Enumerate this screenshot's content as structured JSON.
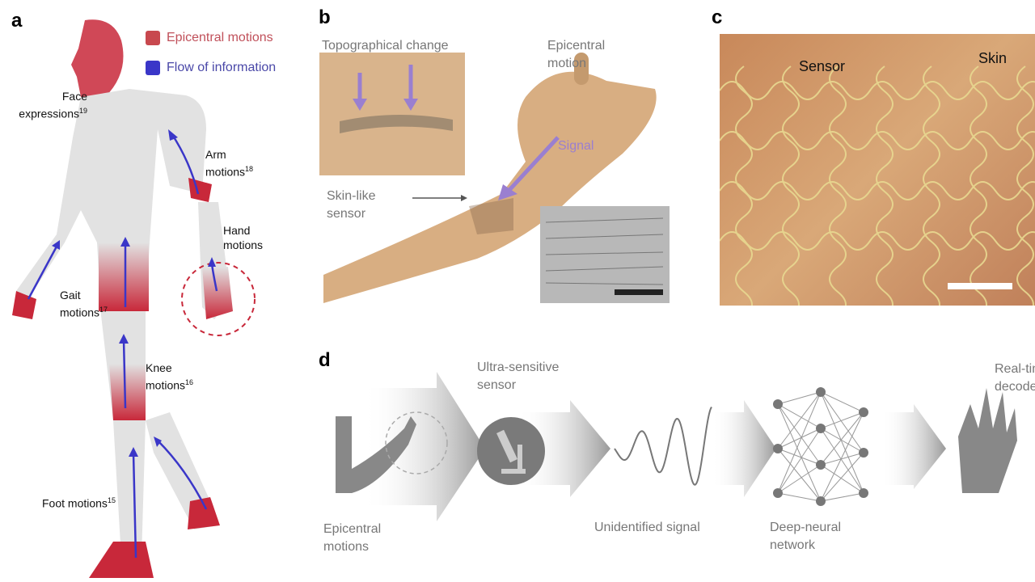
{
  "panels": {
    "a": {
      "letter": "a",
      "legend": [
        {
          "label": "Epicentral motions",
          "color": "#c8283a"
        },
        {
          "label": "Flow of information",
          "color": "#3a36c8"
        }
      ],
      "labels": {
        "face": "Face",
        "face2": "expressions",
        "face_ref": "19",
        "arm": "Arm",
        "arm2": "motions",
        "arm_ref": "18",
        "hand": "Hand",
        "hand2": "motions",
        "gait": "Gait",
        "gait2": "motions",
        "gait_ref": "17",
        "knee": "Knee",
        "knee2": "motions",
        "knee_ref": "16",
        "foot": "Foot motions",
        "foot_ref": "15"
      }
    },
    "b": {
      "letter": "b",
      "topo": "Topographical change",
      "epi1": "Epicentral",
      "epi2": "motion",
      "signal": "Signal",
      "skin1": "Skin-like",
      "skin2": "sensor"
    },
    "c": {
      "letter": "c",
      "sensor": "Sensor",
      "skin": "Skin"
    },
    "d": {
      "letter": "d",
      "steps": [
        {
          "l1": "Epicentral",
          "l2": "motions"
        },
        {
          "l1": "Ultra-sensitive",
          "l2": "sensor"
        },
        {
          "l1": "Unidentified signal"
        },
        {
          "l1": "Deep-neural",
          "l2": "network"
        },
        {
          "l1": "Real-time",
          "l2": "decoded motion"
        }
      ]
    }
  },
  "colors": {
    "epicentral": "#c8283a",
    "flow": "#3a36c8",
    "signal": "#9a7fd0",
    "skin": "#c89a6a"
  }
}
